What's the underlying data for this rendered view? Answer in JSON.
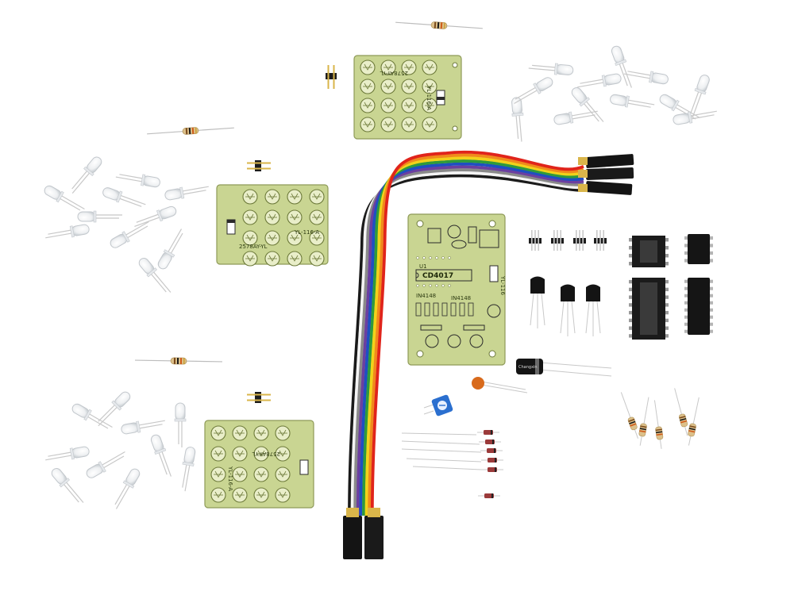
{
  "boards": {
    "top_marking_1": "YL-116-A",
    "top_marking_2": "2578AY-YL",
    "left_marking_1": "YL-116-A",
    "left_marking_2": "2578AY-YL",
    "bottom_marking_1": "YL-116-A",
    "bottom_marking_2": "2578AY-YL"
  },
  "main_board": {
    "chip_label": "CD4017",
    "ref_label": "U1",
    "diode_label_1": "IN4148",
    "diode_label_2": "IN4148",
    "side_marking": "YL-116"
  },
  "capacitor": {
    "label": "Changxin"
  },
  "colors": {
    "pcb": "#c9d592",
    "pcb_dark": "#7e8b47",
    "wire_red": "#e0241b",
    "wire_orange": "#f08a1c",
    "wire_yellow": "#f2d21a",
    "wire_green": "#2f9a3c",
    "wire_blue": "#1e4fc2",
    "wire_purple": "#6b3fa0",
    "wire_gray": "#8a8a8a",
    "wire_white": "#f4f4f4",
    "wire_black": "#1b1b1b"
  }
}
